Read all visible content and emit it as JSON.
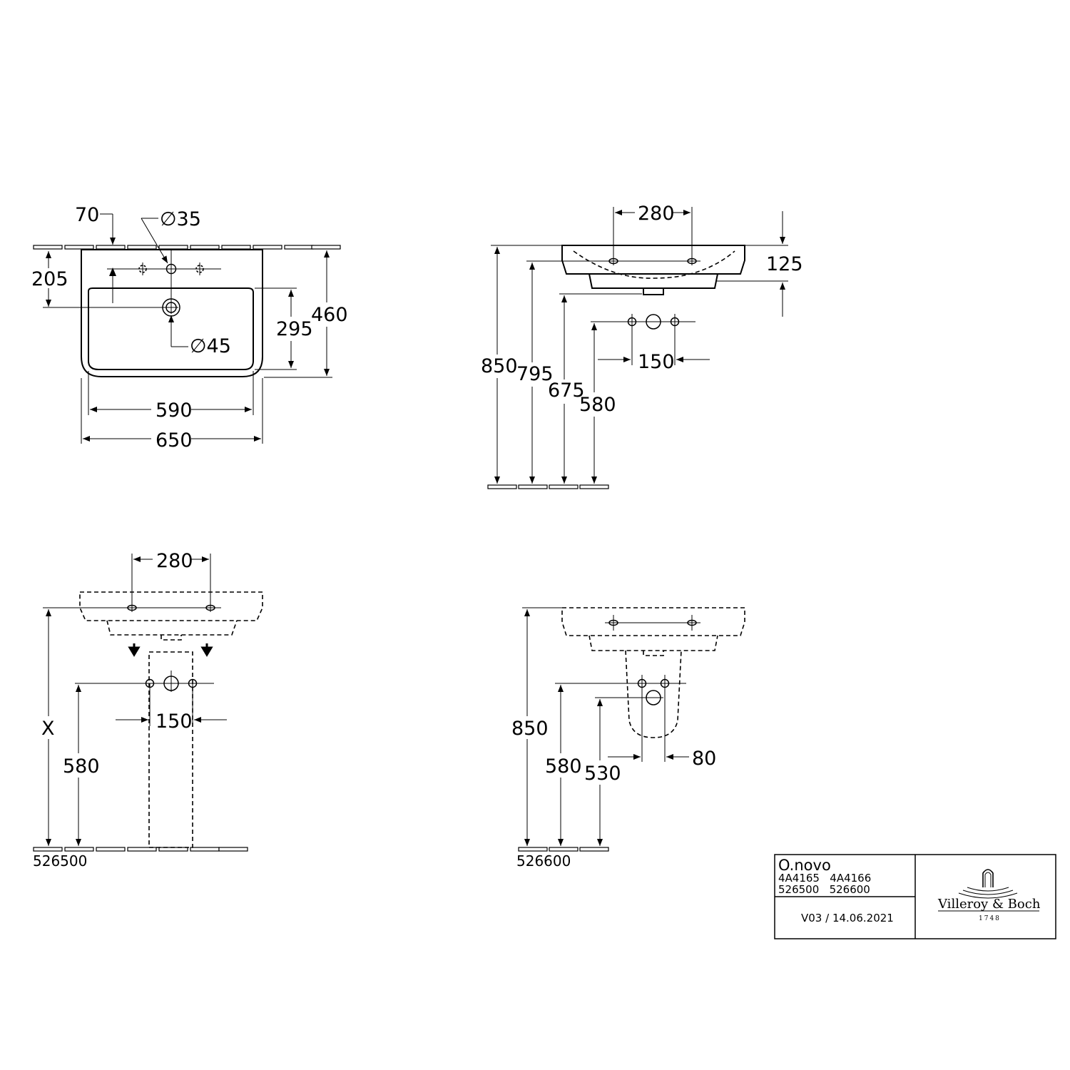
{
  "top_view": {
    "dim_tap_offset": "70",
    "dim_tap_hole": "∅35",
    "dim_tap_depth": "205",
    "dim_waste": "∅45",
    "dim_bowl_depth": "295",
    "dim_depth": "460",
    "dim_bowl_width": "590",
    "dim_width": "650"
  },
  "side_view": {
    "dim_hole_spacing": "280",
    "dim_rim_thickness": "125",
    "dim_rim_height": "850",
    "dim_795": "795",
    "dim_675": "675",
    "dim_580": "580",
    "dim_supply_spacing": "150"
  },
  "front_view_526500": {
    "dim_hole_spacing": "280",
    "dim_supply_spacing": "150",
    "dim_x": "X",
    "dim_580": "580",
    "code": "526500"
  },
  "front_view_526600": {
    "dim_850": "850",
    "dim_580": "580",
    "dim_530": "530",
    "dim_80": "80",
    "code": "526600"
  },
  "title_block": {
    "series": "O.novo",
    "codes_row1": "4A4165   4A4166",
    "codes_row2": "526500   526600",
    "version": "V03 / 14.06.2021",
    "brand": "Villeroy & Boch",
    "brand_year": "1748"
  }
}
